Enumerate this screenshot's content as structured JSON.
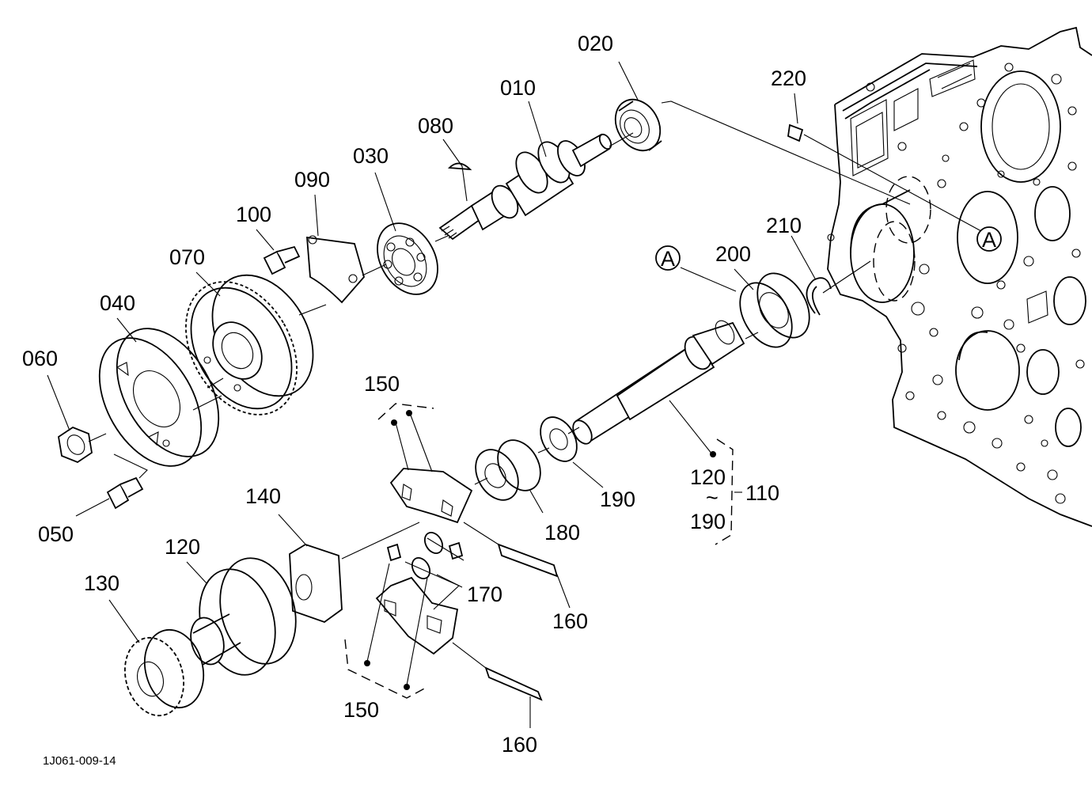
{
  "diagram": {
    "figure_code": "1J061-009-14",
    "reference_marker": "A",
    "tilde_glyph": "~",
    "range_label": {
      "start": "120",
      "end": "190",
      "group": "110"
    },
    "part_numbers": {
      "p010": "010",
      "p020": "020",
      "p030": "030",
      "p040": "040",
      "p050": "050",
      "p060": "060",
      "p070": "070",
      "p080": "080",
      "p090": "090",
      "p100": "100",
      "p120": "120",
      "p130": "130",
      "p140": "140",
      "p150_top": "150",
      "p150_bottom": "150",
      "p160_top": "160",
      "p160_bottom": "160",
      "p170": "170",
      "p180": "180",
      "p190": "190",
      "p200": "200",
      "p210": "210",
      "p220": "220"
    }
  }
}
